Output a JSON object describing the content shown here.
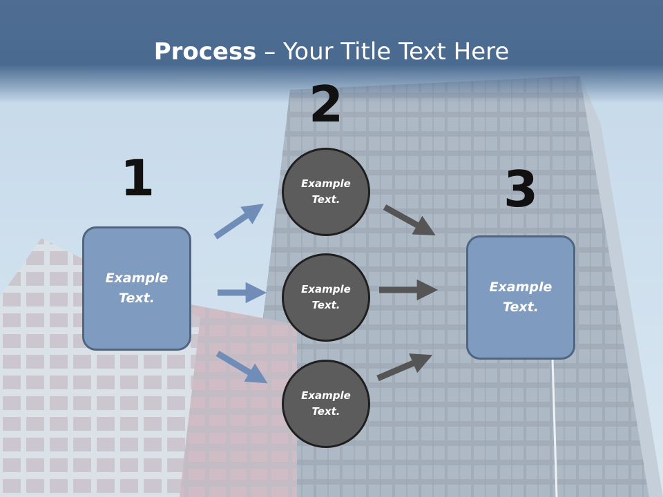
{
  "slide": {
    "title_bold": "Process",
    "title_rest": " – Your Title Text Here"
  },
  "steps": {
    "one": {
      "number": "1",
      "text": "Example Text."
    },
    "two": {
      "number": "2",
      "circles": [
        {
          "text": "Example Text."
        },
        {
          "text": "Example Text."
        },
        {
          "text": "Example Text."
        }
      ]
    },
    "three": {
      "number": "3",
      "text": "Example Text."
    }
  },
  "colors": {
    "title_band": "#4a6a90",
    "box_fill": "#7f9cc0",
    "box_border": "#4f6580",
    "circle_fill": "#5c5c5c",
    "circle_border": "#1f1f1f",
    "arrow_in": "#6f8db6",
    "arrow_out": "#555555"
  }
}
